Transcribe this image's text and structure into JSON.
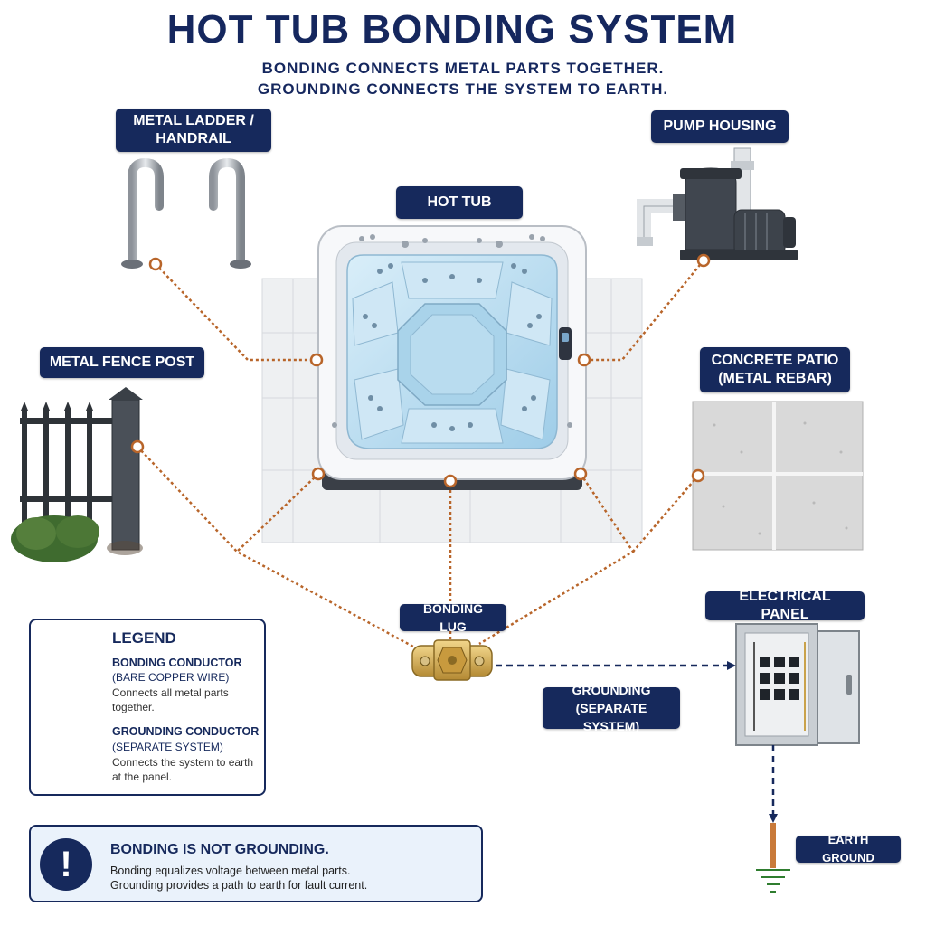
{
  "title": "HOT TUB BONDING SYSTEM",
  "subtitle": {
    "line1": "BONDING CONNECTS METAL PARTS TOGETHER.",
    "line2": "GROUNDING CONNECTS THE SYSTEM TO EARTH."
  },
  "labels": {
    "ladder_line1": "METAL LADDER /",
    "ladder_line2": "HANDRAIL",
    "pump": "PUMP HOUSING",
    "hot_tub": "HOT TUB",
    "fence": "METAL FENCE POST",
    "patio_line1": "CONCRETE PATIO",
    "patio_line2": "(METAL REBAR)",
    "bonding_lug": "BONDING LUG",
    "panel": "ELECTRICAL PANEL",
    "grounding_line1": "GROUNDING",
    "grounding_line2": "(SEPARATE SYSTEM)",
    "earth": "EARTH GROUND"
  },
  "legend": {
    "title": "LEGEND",
    "bonding_head": "BONDING CONDUCTOR",
    "bonding_sub": "(BARE COPPER WIRE)",
    "bonding_desc_line1": "Connects all metal parts",
    "bonding_desc_line2": "together.",
    "grounding_head": "GROUNDING CONDUCTOR",
    "grounding_sub": "(SEPARATE SYSTEM)",
    "grounding_desc_line1": "Connects the system to earth",
    "grounding_desc_line2": "at the panel."
  },
  "note": {
    "icon": "!",
    "head": "BONDING IS NOT GROUNDING.",
    "line1": "Bonding equalizes voltage between metal parts.",
    "line2": "Grounding provides a path to earth for fault current."
  },
  "colors": {
    "navy": "#16295c",
    "copper": "#b8652a",
    "water": "#bfe0f2",
    "concrete": "#dcdcdc"
  }
}
